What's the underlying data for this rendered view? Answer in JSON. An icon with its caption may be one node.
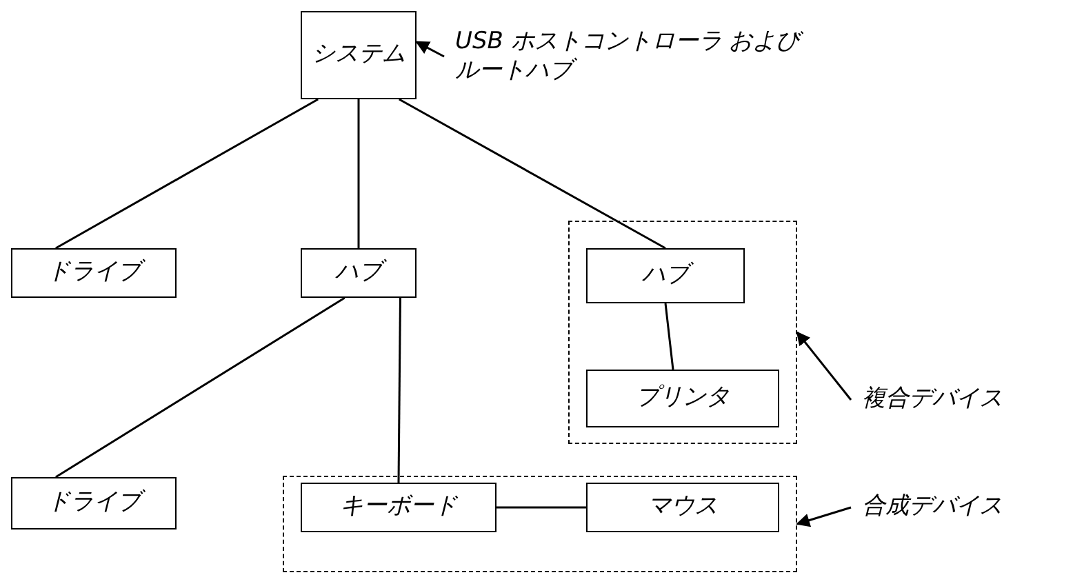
{
  "diagram": {
    "nodes": [
      {
        "text": [
          "システム"
        ]
      },
      {
        "text": [
          "USB ホストコントローラ およびルートハブ"
        ]
      },
      {
        "text": [
          "ドライブ"
        ]
      },
      {
        "text": [
          "ハブ"
        ]
      },
      {
        "text": [],
        "shape": "box"
      },
      {
        "text": [
          "ハブ"
        ],
        "in": 4
      },
      {
        "text": [
          "プリンタ"
        ],
        "in": 4
      },
      {
        "text": [
          "複合デバイス"
        ]
      },
      {
        "text": [
          "ドライブ"
        ]
      },
      {
        "text": [],
        "shape": "box"
      },
      {
        "text": [
          "キーボード"
        ],
        "in": 9
      },
      {
        "text": [
          "マウス"
        ],
        "in": 9
      },
      {
        "text": [
          "合成デバイス"
        ]
      }
    ],
    "edges": [
      {
        "from": 1,
        "to": 0,
        "arrow": "to"
      },
      {
        "from": 0,
        "to": 2,
        "arrow": "none"
      },
      {
        "from": 0,
        "to": 3,
        "arrow": "none"
      },
      {
        "from": 0,
        "to": 5,
        "arrow": "none"
      },
      {
        "from": 5,
        "to": 6,
        "arrow": "none"
      },
      {
        "from": 3,
        "to": 8,
        "arrow": "none"
      },
      {
        "from": 3,
        "to": 10,
        "arrow": "none"
      },
      {
        "from": 10,
        "to": 11,
        "arrow": "none"
      },
      {
        "from": 7,
        "to": 4,
        "arrow": "to"
      },
      {
        "from": 12,
        "to": 9,
        "arrow": "to"
      }
    ]
  }
}
